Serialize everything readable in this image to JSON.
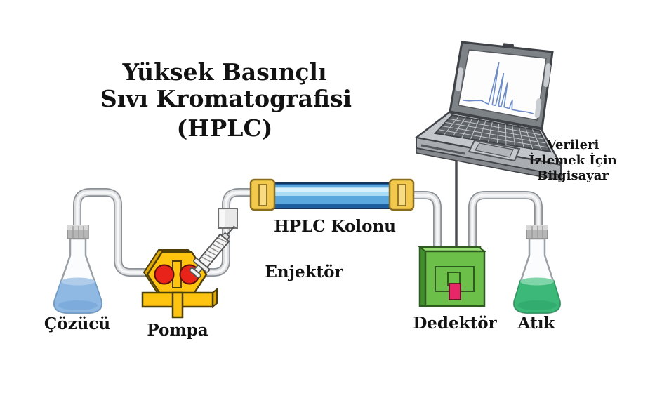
{
  "title": {
    "line1": "Yüksek Basınçlı",
    "line2": "Sıvı Kromatografisi",
    "line3": "(HPLC)"
  },
  "components": {
    "solvent_label": "Çözücü",
    "pump_label": "Pompa",
    "injector_label": "Enjektör",
    "column_label": "HPLC Kolonu",
    "detector_label": "Dedektör",
    "waste_label": "Atık",
    "computer_label_line1": "Verileri",
    "computer_label_line2": "İzlemek İçin",
    "computer_label_line3": "Bilgisayar"
  },
  "colors": {
    "pump_yellow": "#FFC40F",
    "valve_red": "#E8231A",
    "column_blue": "#5AA7DD",
    "column_cap_yellow": "#F2C94C",
    "detector_green": "#6CC04A",
    "detector_pink": "#E82667",
    "solvent_liquid_blue": "#8FB8E2",
    "waste_liquid_green": "#3CB878",
    "tube_gray": "#D9DCDE",
    "laptop_gray": "#C3C7CB",
    "chromatogram_blue": "#6B8CC7",
    "text_black": "#121212"
  },
  "chromatogram": {
    "points": [
      [
        0.02,
        0.06
      ],
      [
        0.1,
        0.07
      ],
      [
        0.18,
        0.1
      ],
      [
        0.26,
        0.12
      ],
      [
        0.32,
        0.09
      ],
      [
        0.36,
        0.08
      ],
      [
        0.385,
        0.88
      ],
      [
        0.41,
        0.08
      ],
      [
        0.455,
        0.08
      ],
      [
        0.475,
        0.7
      ],
      [
        0.495,
        0.08
      ],
      [
        0.53,
        0.08
      ],
      [
        0.55,
        0.54
      ],
      [
        0.57,
        0.08
      ],
      [
        0.64,
        0.07
      ],
      [
        0.66,
        0.24
      ],
      [
        0.68,
        0.06
      ],
      [
        0.78,
        0.06
      ],
      [
        0.88,
        0.07
      ],
      [
        0.97,
        0.06
      ]
    ]
  }
}
